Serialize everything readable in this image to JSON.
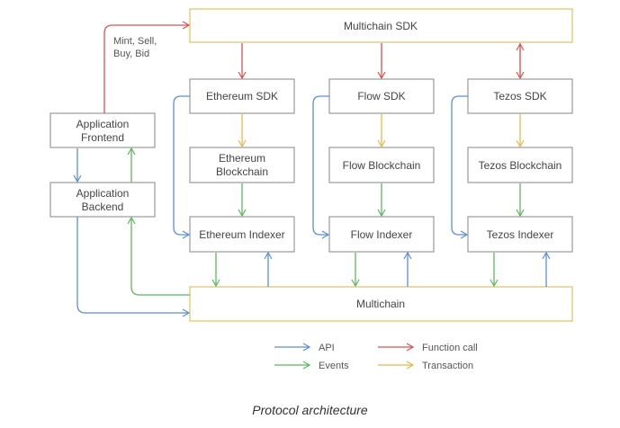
{
  "colors": {
    "api": "#5b8fd6",
    "events": "#5cb85c",
    "function_call": "#d9534f",
    "transaction": "#e8b84a",
    "sdk_border": "#e3c766",
    "box_border": "#9a9a9a",
    "text": "#444444"
  },
  "nodes": {
    "multichain_sdk": "Multichain SDK",
    "app_frontend": [
      "Application",
      "Frontend"
    ],
    "app_backend": [
      "Application",
      "Backend"
    ],
    "ethereum_sdk": "Ethereum SDK",
    "flow_sdk": "Flow SDK",
    "tezos_sdk": "Tezos SDK",
    "ethereum_blockchain": [
      "Ethereum",
      "Blockchain"
    ],
    "flow_blockchain": "Flow Blockchain",
    "tezos_blockchain": "Tezos Blockchain",
    "ethereum_indexer": "Ethereum Indexer",
    "flow_indexer": "Flow Indexer",
    "tezos_indexer": "Tezos Indexer",
    "multichain": "Multichain"
  },
  "edge_note": [
    "Mint, Sell,",
    "Buy, Bid"
  ],
  "legend": {
    "api": "API",
    "events": "Events",
    "function_call": "Function call",
    "transaction": "Transaction"
  },
  "caption": "Protocol architecture"
}
